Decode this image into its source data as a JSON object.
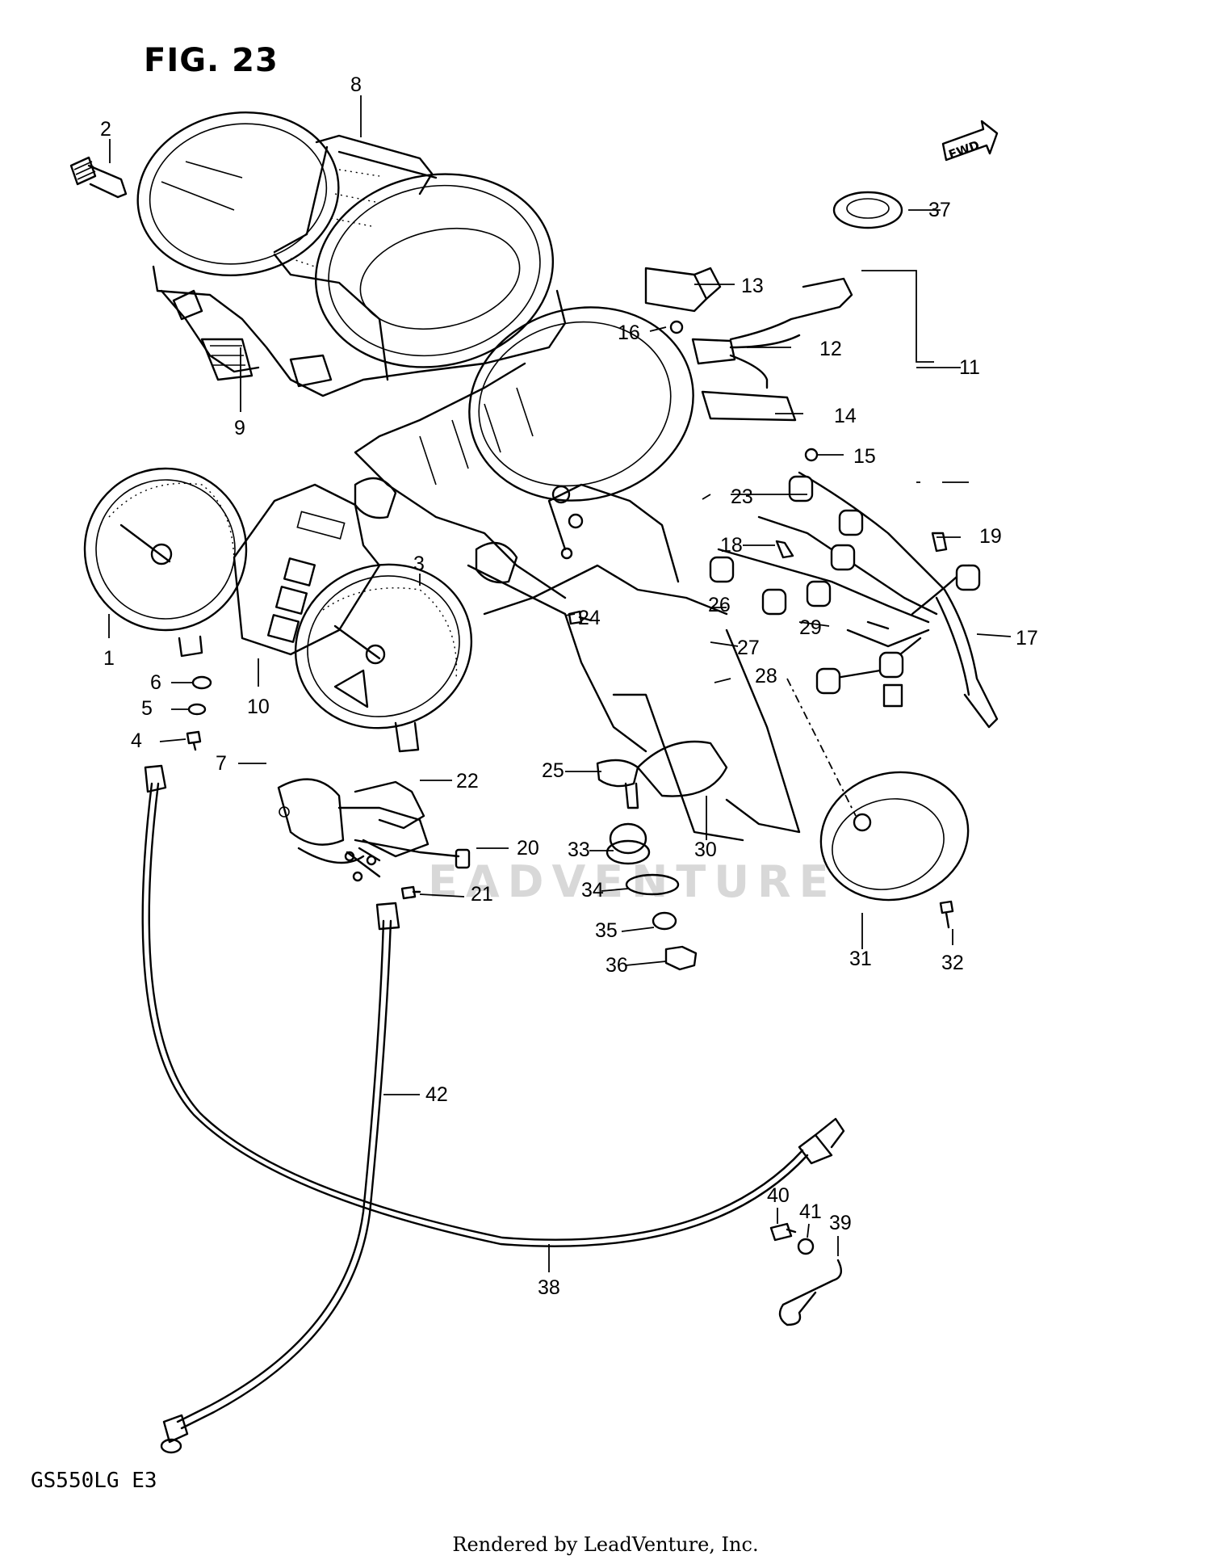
{
  "figure": {
    "title": "FIG. 23",
    "model": "GS550LG  E3",
    "footer": "Rendered by LeadVenture, Inc.",
    "watermark": "EADVENTURE",
    "direction_marker": "FWD"
  },
  "callouts": [
    "1",
    "2",
    "3",
    "4",
    "5",
    "6",
    "7",
    "8",
    "9",
    "10",
    "11",
    "12",
    "13",
    "14",
    "15",
    "16",
    "17",
    "18",
    "19",
    "20",
    "21",
    "22",
    "23",
    "24",
    "25",
    "26",
    "27",
    "28",
    "29",
    "30",
    "31",
    "32",
    "33",
    "34",
    "35",
    "36",
    "37",
    "38",
    "39",
    "40",
    "41",
    "42"
  ]
}
